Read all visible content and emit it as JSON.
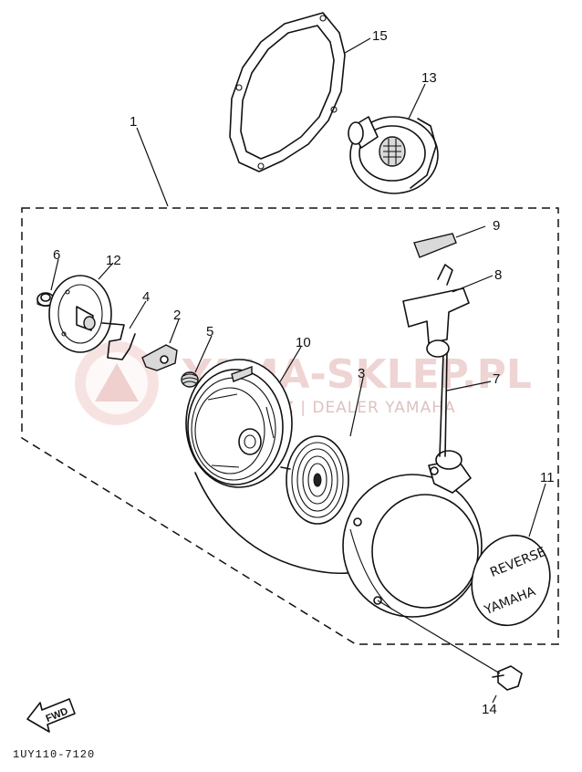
{
  "diagram_code": "1UY110-7120",
  "fwd_label": "FWD",
  "watermark": {
    "main": "YAMA-SKLEP.PL",
    "sub": "W... WICZ | DEALER YAMAHA"
  },
  "emblem": {
    "top": "REVERSE",
    "bottom": "YAMAHA"
  },
  "callouts": [
    "1",
    "2",
    "3",
    "4",
    "5",
    "6",
    "7",
    "8",
    "9",
    "10",
    "11",
    "12",
    "13",
    "14",
    "15"
  ],
  "colors": {
    "line": "#111111",
    "watermark": "#e9c3c3",
    "background": "#ffffff"
  }
}
